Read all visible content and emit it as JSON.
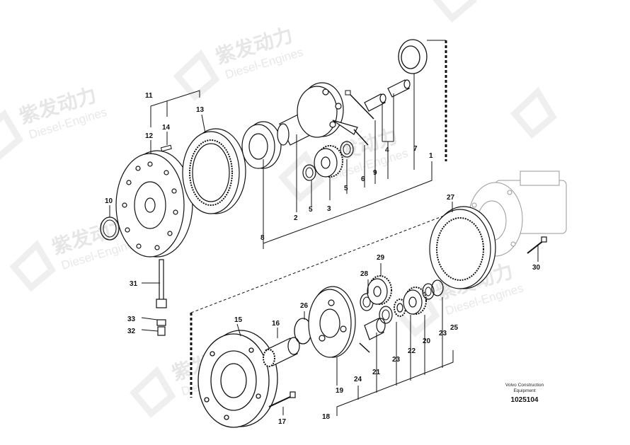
{
  "watermark": {
    "brand": "紫发动力",
    "sub": "Diesel-Engines"
  },
  "credit": {
    "line1": "Volvo Construction",
    "line2": "Equipment"
  },
  "document_number": "1025104",
  "callouts": {
    "c1": "1",
    "c2": "2",
    "c3": "3",
    "c4": "4",
    "c5a": "5",
    "c5b": "5",
    "c6": "6",
    "c7": "7",
    "c8": "8",
    "c9": "9",
    "c10": "10",
    "c11": "11",
    "c12": "12",
    "c13": "13",
    "c14": "14",
    "c15": "15",
    "c16": "16",
    "c17": "17",
    "c18": "18",
    "c19": "19",
    "c20": "20",
    "c21": "21",
    "c22": "22",
    "c23a": "23",
    "c23b": "23",
    "c24": "24",
    "c25": "25",
    "c26": "26",
    "c27": "27",
    "c28": "28",
    "c29": "29",
    "c30": "30",
    "c31": "31",
    "c32": "32",
    "c33": "33"
  }
}
